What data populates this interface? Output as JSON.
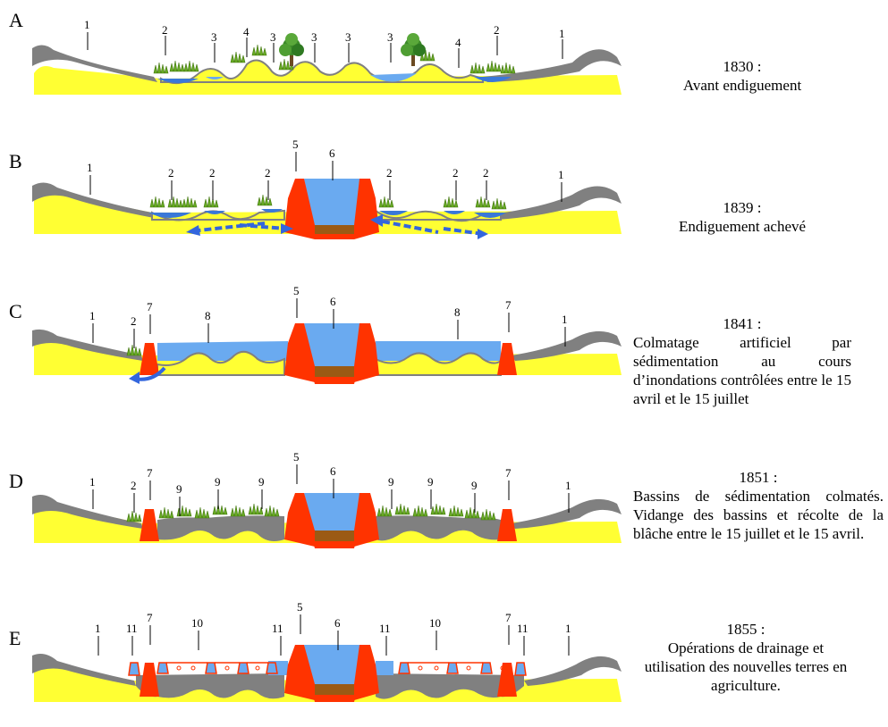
{
  "panels": [
    {
      "letter": "A",
      "year": "1830 :",
      "caption": "Avant endiguement",
      "numbers": [
        "1",
        "2",
        "3",
        "4",
        "3",
        "3",
        "3",
        "3",
        "4",
        "2",
        "1"
      ]
    },
    {
      "letter": "B",
      "year": "1839 :",
      "caption": "Endiguement achevé",
      "numbers": [
        "1",
        "2",
        "2",
        "2",
        "5",
        "6",
        "2",
        "2",
        "2",
        "1"
      ]
    },
    {
      "letter": "C",
      "year": "1841 :",
      "caption": "Colmatage artificiel par sédimentation au cours d’inondations contrôlées entre le 15 avril et le 15 juillet",
      "numbers": [
        "1",
        "2",
        "7",
        "8",
        "5",
        "6",
        "8",
        "7",
        "1"
      ]
    },
    {
      "letter": "D",
      "year": "1851 :",
      "caption": "Bassins de sédimentation colmatés. Vidange des bassins et récolte de la blâche entre le 15 juillet et le 15 avril.",
      "numbers": [
        "1",
        "2",
        "7",
        "9",
        "9",
        "9",
        "5",
        "6",
        "9",
        "9",
        "9",
        "7",
        "1"
      ]
    },
    {
      "letter": "E",
      "year": "1855 :",
      "caption": "Opérations de drainage et utilisation des nouvelles terres en agriculture.",
      "numbers": [
        "1",
        "11",
        "7",
        "10",
        "11",
        "5",
        "6",
        "11",
        "10",
        "7",
        "11",
        "1"
      ]
    }
  ],
  "colors": {
    "sand": "#ffff33",
    "ground": "#808080",
    "water": "#6aaaf0",
    "dike": "#ff3300",
    "sediment": "#9b5a14",
    "vegetation": "#66aa22",
    "arrow": "#3366dd"
  }
}
